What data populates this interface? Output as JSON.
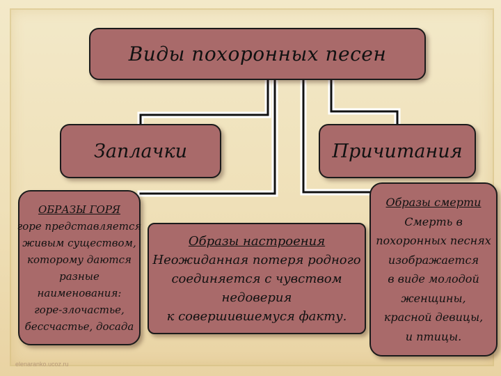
{
  "diagram": {
    "title": "Виды похоронных песен",
    "categories": [
      {
        "label": "Заплачки"
      },
      {
        "label": "Причитания"
      }
    ],
    "details": {
      "grief": {
        "heading": "ОБРАЗЫ ГОРЯ",
        "lines": [
          "горе представляется",
          "живым существом,",
          "которому даются",
          "разные",
          "наименования:",
          "горе-злочастье,",
          "бессчастье, досада"
        ]
      },
      "mood": {
        "heading": "Образы настроения",
        "lines": [
          "Неожиданная потеря родного",
          "соединяется с чувством",
          "недоверия",
          "к совершившемуся факту."
        ]
      },
      "death": {
        "heading": "Образы смерти",
        "lines": [
          "Смерть в",
          "похоронных песнях",
          "изображается",
          "в виде молодой",
          "женщины,",
          "красной девицы,",
          "и птицы."
        ]
      }
    }
  },
  "footer": {
    "source": "elenaranko.ucoz.ru"
  },
  "colors": {
    "box_fill": "#a96a6a",
    "box_border": "#1b1b1b",
    "background": "#efe3bf",
    "connector": "#111111"
  }
}
